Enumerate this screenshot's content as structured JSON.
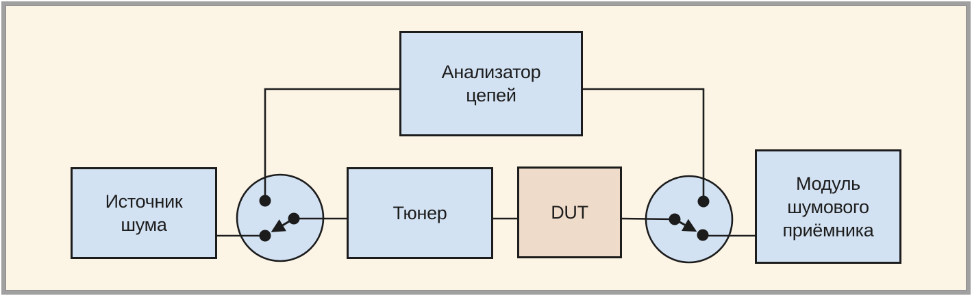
{
  "figure": {
    "type": "block-diagram",
    "description_colors": {
      "canvas_background": "#fcf5e6",
      "frame_border": "#a0a0a0",
      "line_and_text": "#1c1c1c",
      "block_fill_blue": "#d3e2f3",
      "block_fill_tan": "#efdbc9"
    }
  },
  "blocks": [
    {
      "id": "network-analyzer",
      "label": "Анализатор\nцепей"
    },
    {
      "id": "noise-source",
      "label": "Источник\nшума"
    },
    {
      "id": "tuner",
      "label": "Тюнер"
    },
    {
      "id": "dut",
      "label": "DUT"
    },
    {
      "id": "noise-receiver-module",
      "label": "Модуль\nшумового\nприёмника"
    }
  ],
  "switches": [
    {
      "id": "switch-left",
      "icon": "spdt-switch-icon",
      "ports": 3
    },
    {
      "id": "switch-right",
      "icon": "spdt-switch-icon",
      "ports": 3
    }
  ]
}
